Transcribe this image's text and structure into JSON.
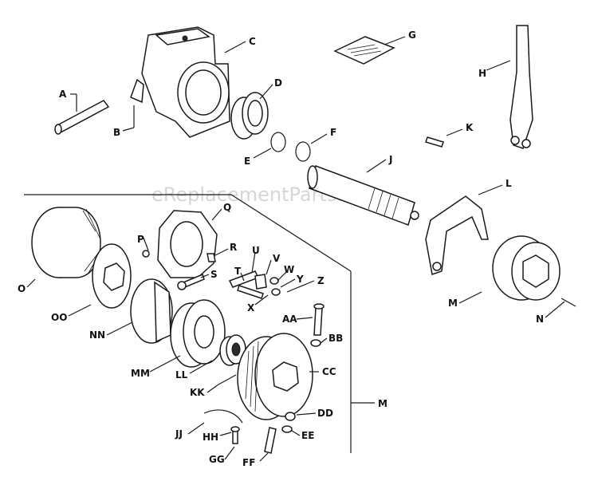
{
  "watermark": "eReplacementParts.com",
  "labels": {
    "A": "A",
    "B": "B",
    "C": "C",
    "D": "D",
    "E": "E",
    "F": "F",
    "G": "G",
    "H": "H",
    "J": "J",
    "K": "K",
    "L": "L",
    "M1": "M",
    "N": "N",
    "O": "O",
    "OO": "OO",
    "P": "P",
    "Q": "Q",
    "R": "R",
    "S": "S",
    "T": "T",
    "U": "U",
    "V": "V",
    "W": "W",
    "X": "X",
    "Y": "Y",
    "Z": "Z",
    "AA": "AA",
    "BB": "BB",
    "CC": "CC",
    "DD": "DD",
    "EE": "EE",
    "FF": "FF",
    "GG": "GG",
    "HH": "HH",
    "JJ": "JJ",
    "KK": "KK",
    "LL": "LL",
    "MM": "MM",
    "NN": "NN",
    "M2": "M"
  }
}
